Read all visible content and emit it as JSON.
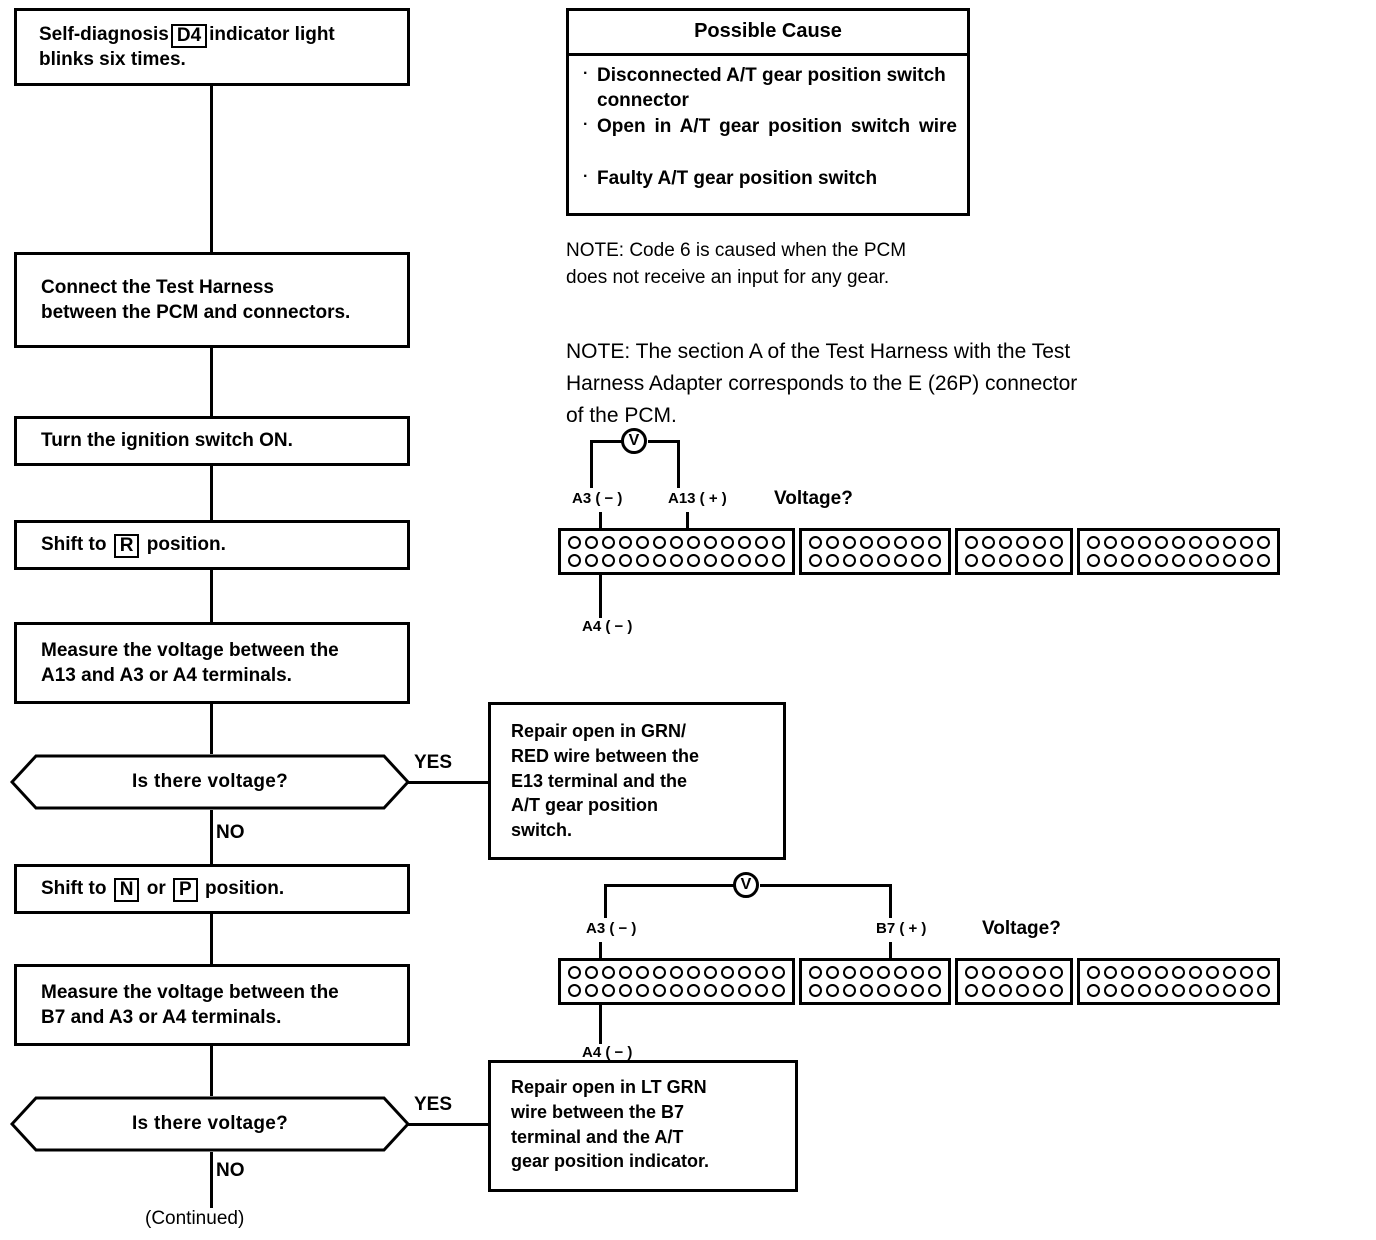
{
  "flow": {
    "steps": [
      {
        "id": "s1",
        "pre": "Self-diagnosis",
        "key": "D4",
        "post": "indicator light",
        "line2": "blinks six times."
      },
      {
        "id": "s2",
        "line1": "Connect   the   Test   Harness",
        "line2": "between the PCM and connectors."
      },
      {
        "id": "s3",
        "line1": "Turn the ignition switch ON."
      },
      {
        "id": "s4",
        "pre": "Shift to",
        "key": "R",
        "post": "position."
      },
      {
        "id": "s5",
        "line1": "Measure the voltage between the",
        "line2": "A13 and A3 or A4 terminals."
      },
      {
        "id": "s6",
        "pre": "Shift to",
        "key": "N",
        "mid": "or",
        "key2": "P",
        "post": "position."
      },
      {
        "id": "s7",
        "line1": "Measure the voltage between the",
        "line2": "B7 and A3 or A4 terminals."
      }
    ],
    "decision_1": "Is there voltage?",
    "decision_2": "Is there voltage?",
    "yes_label_1": "YES",
    "no_label_1": "NO",
    "yes_label_2": "YES",
    "no_label_2": "NO",
    "continued": "(Continued)"
  },
  "repair_1": {
    "lines": [
      "Repair  open  in  GRN/",
      "RED wire between the",
      "E13  terminal  and  the",
      "A/T    gear    position",
      "switch."
    ]
  },
  "repair_2": {
    "lines": [
      "Repair open in LT GRN",
      "wire   between   the   B7",
      "terminal   and   the   A/T",
      "gear position indicator."
    ]
  },
  "possible_cause": {
    "title": "Possible Cause",
    "bullet": "·",
    "items": [
      "Disconnected A/T gear position switch connector",
      "Open in A/T gear position switch wire",
      "Faulty A/T gear position switch"
    ]
  },
  "notes": {
    "note1_line1": "NOTE: Code 6 is caused when the PCM",
    "note1_line2": "does not receive an input for any gear.",
    "note2_line1": "NOTE:  The section A of the Test Harness with the Test",
    "note2_line2": "Harness Adapter corresponds to the E (26P) connector",
    "note2_line3": "of the PCM."
  },
  "connector_1": {
    "meter_symbol": "V",
    "voltage_label": "Voltage?",
    "probe_neg_top": "A3 ( − )",
    "probe_pos": "A13 ( + )",
    "probe_neg_bottom": "A4 ( − )",
    "sections": [
      13,
      8,
      6,
      11
    ],
    "probe_neg_section": 0,
    "probe_neg_pin": 1,
    "probe_pos_section": 0,
    "probe_pos_pin": 6
  },
  "connector_2": {
    "meter_symbol": "V",
    "voltage_label": "Voltage?",
    "probe_neg_top": "A3 ( − )",
    "probe_pos": "B7 ( + )",
    "probe_neg_bottom": "A4 ( − )",
    "sections": [
      13,
      8,
      6,
      11
    ],
    "probe_neg_section": 0,
    "probe_neg_pin": 1,
    "probe_pos_section": 1,
    "probe_pos_pin": 3
  },
  "colors": {
    "ink": "#000000",
    "paper": "#ffffff"
  }
}
